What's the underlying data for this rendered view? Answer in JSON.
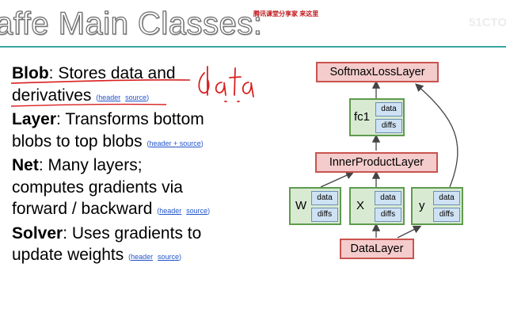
{
  "slide": {
    "title": "affe Main Classes:",
    "watermark": "腾讯课堂分享家 来这里",
    "corner_logo": "51CTO"
  },
  "bullets": [
    {
      "term": "Blob",
      "desc_1": ": Stores data and",
      "desc_2": "derivatives",
      "links": [
        "header",
        "source"
      ]
    },
    {
      "term": "Layer",
      "desc_1": ": Transforms bottom",
      "desc_2": "blobs to top blobs",
      "links": [
        "header + source"
      ]
    },
    {
      "term": "Net",
      "desc_1": ": Many layers;",
      "desc_2": "computes gradients via",
      "desc_3": "forward / backward",
      "links": [
        "header",
        "source"
      ]
    },
    {
      "term": "Solver",
      "desc_1": ": Uses gradients to",
      "desc_2": "update weights",
      "links": [
        "header",
        "source"
      ]
    }
  ],
  "annotation": {
    "handwritten_text": "data",
    "color": "#d92020"
  },
  "diagram": {
    "layers": {
      "softmax": "SoftmaxLossLayer",
      "inner": "InnerProductLayer",
      "data": "DataLayer"
    },
    "blobs": {
      "fc1": {
        "label": "fc1",
        "slot1": "data",
        "slot2": "diffs"
      },
      "w": {
        "label": "W",
        "slot1": "data",
        "slot2": "diffs"
      },
      "x": {
        "label": "X",
        "slot1": "data",
        "slot2": "diffs"
      },
      "y": {
        "label": "y",
        "slot1": "data",
        "slot2": "diffs"
      }
    },
    "colors": {
      "layer_fill": "#f4cccc",
      "layer_border": "#c9534f",
      "blob_fill": "#d9ead3",
      "blob_border": "#5e9b4d",
      "slot_fill": "#cfe2f3",
      "link": "#2255cc",
      "accent_rule": "#3aa6a0"
    }
  }
}
